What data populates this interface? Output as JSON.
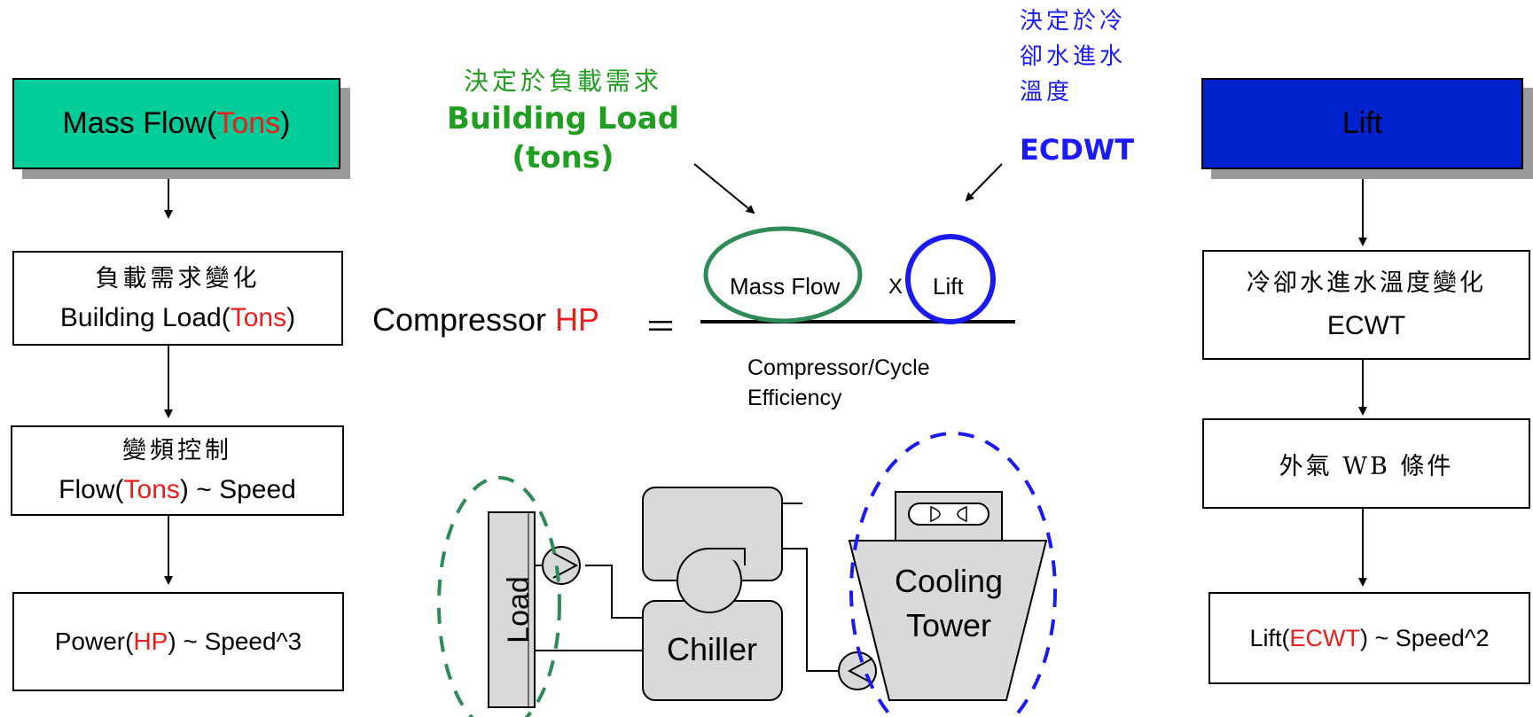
{
  "left": {
    "top_box": {
      "text": "Mass Flow(",
      "highlight": "Tons",
      "suffix": ")",
      "fill": "#00cc99"
    },
    "box2": {
      "cn": "負載需求變化",
      "en_prefix": "Building Load(",
      "en_highlight": "Tons",
      "en_suffix": ")"
    },
    "box3": {
      "cn": "變頻控制",
      "en_prefix": "Flow(",
      "en_highlight": "Tons",
      "en_suffix": ") ~ Speed"
    },
    "box4": {
      "prefix": "Power(",
      "highlight": "HP",
      "suffix": ") ~ Speed^3"
    }
  },
  "center": {
    "annot_load": {
      "cn": "決定於負載需求",
      "en1": "Building Load",
      "en2": "(tons)",
      "color": "#1f9e1f"
    },
    "annot_lift": {
      "cn_lines": [
        "決定於冷",
        "卻水進水",
        "溫度"
      ],
      "en": "ECDWT",
      "color": "#1a1aff"
    },
    "formula": {
      "lhs": "Compressor ",
      "lhs_highlight": "HP",
      "equals": "＝",
      "numerator_left": "Mass Flow",
      "times": "X",
      "numerator_right": "Lift",
      "denominator_1": "Compressor/Cycle",
      "denominator_2": "Efficiency"
    },
    "system": {
      "load": "Load",
      "chiller": "Chiller",
      "tower_1": "Cooling",
      "tower_2": "Tower"
    }
  },
  "right": {
    "top_box": {
      "text": "Lift",
      "fill": "#0022cc"
    },
    "box2": {
      "cn": "冷卻水進水溫度變化",
      "en": "ECWT"
    },
    "box3": {
      "text": "外氣 WB 條件"
    },
    "box4": {
      "prefix": "Lift(",
      "highlight": "ECWT",
      "suffix": ") ~ Speed^2"
    }
  },
  "colors": {
    "highlight": "#ee1c1c",
    "green_ellipse": "#2e8b57",
    "blue_ellipse": "#1a1aee",
    "gray_fill": "#d9d9d9"
  }
}
